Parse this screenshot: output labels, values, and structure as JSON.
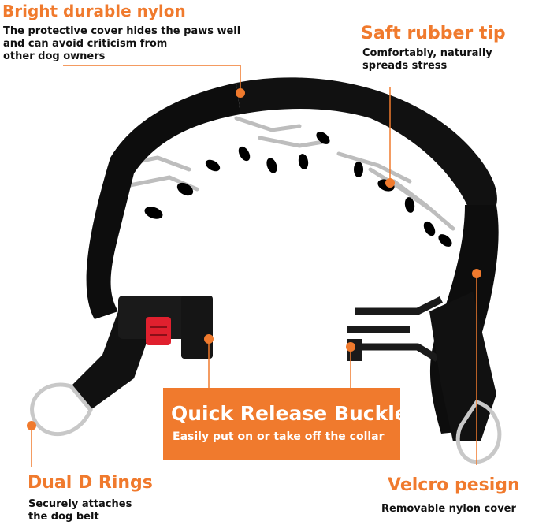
{
  "callouts": {
    "nylon": {
      "title": "Bright durable nylon",
      "lines": [
        "The protective cover hides the paws well",
        "and can avoid criticism from",
        "other dog owners"
      ]
    },
    "tip": {
      "title": "Saft rubber tip",
      "lines": [
        "Comfortably, naturally",
        "spreads stress"
      ]
    },
    "buckle": {
      "title": "Quick Release Buckle",
      "line": "Easily put on or take off the collar"
    },
    "rings": {
      "title": "Dual D Rings",
      "lines": [
        "Securely attaches",
        "the dog belt"
      ]
    },
    "velcro": {
      "title": "Velcro pesign",
      "line": "Removable nylon cover"
    }
  },
  "colors": {
    "accent": "#f07a2d",
    "text": "#111111",
    "collar": "#0d0d0d",
    "buckle_release": "#e0202e",
    "metal": "#c8c8c8"
  }
}
